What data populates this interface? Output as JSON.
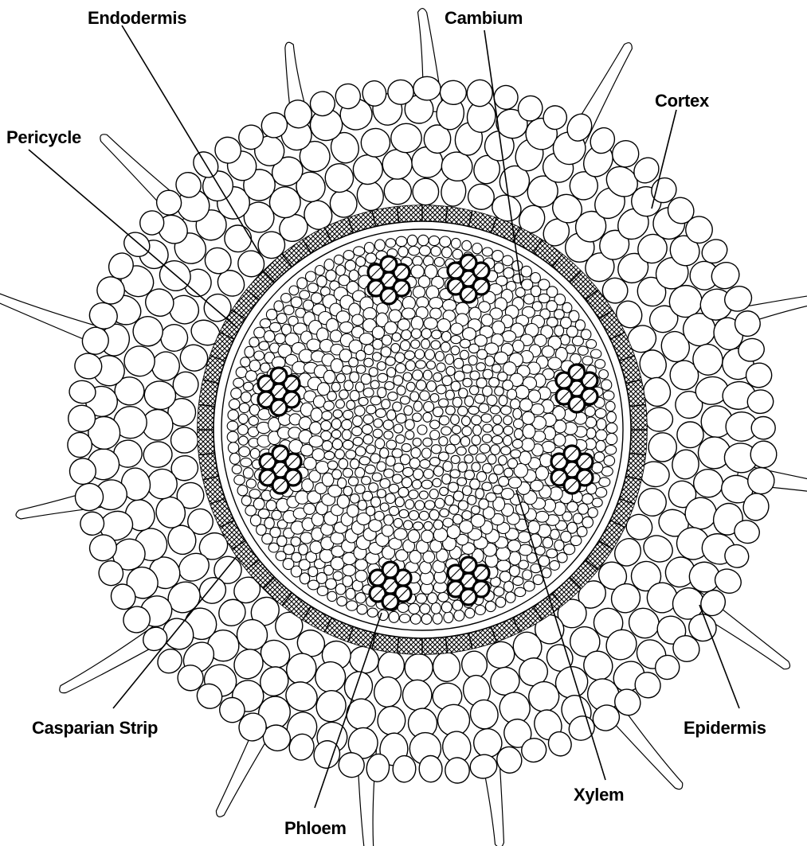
{
  "diagram": {
    "type": "root cross-section",
    "labels": {
      "endodermis": "Endodermis",
      "cambium": "Cambium",
      "cortex": "Cortex",
      "pericycle": "Pericycle",
      "casparian_strip": "Casparian Strip",
      "epidermis": "Epidermis",
      "xylem": "Xylem",
      "phloem": "Phloem"
    },
    "colors": {
      "line": "#000000",
      "background": "#ffffff",
      "hatch": "#000000"
    }
  }
}
